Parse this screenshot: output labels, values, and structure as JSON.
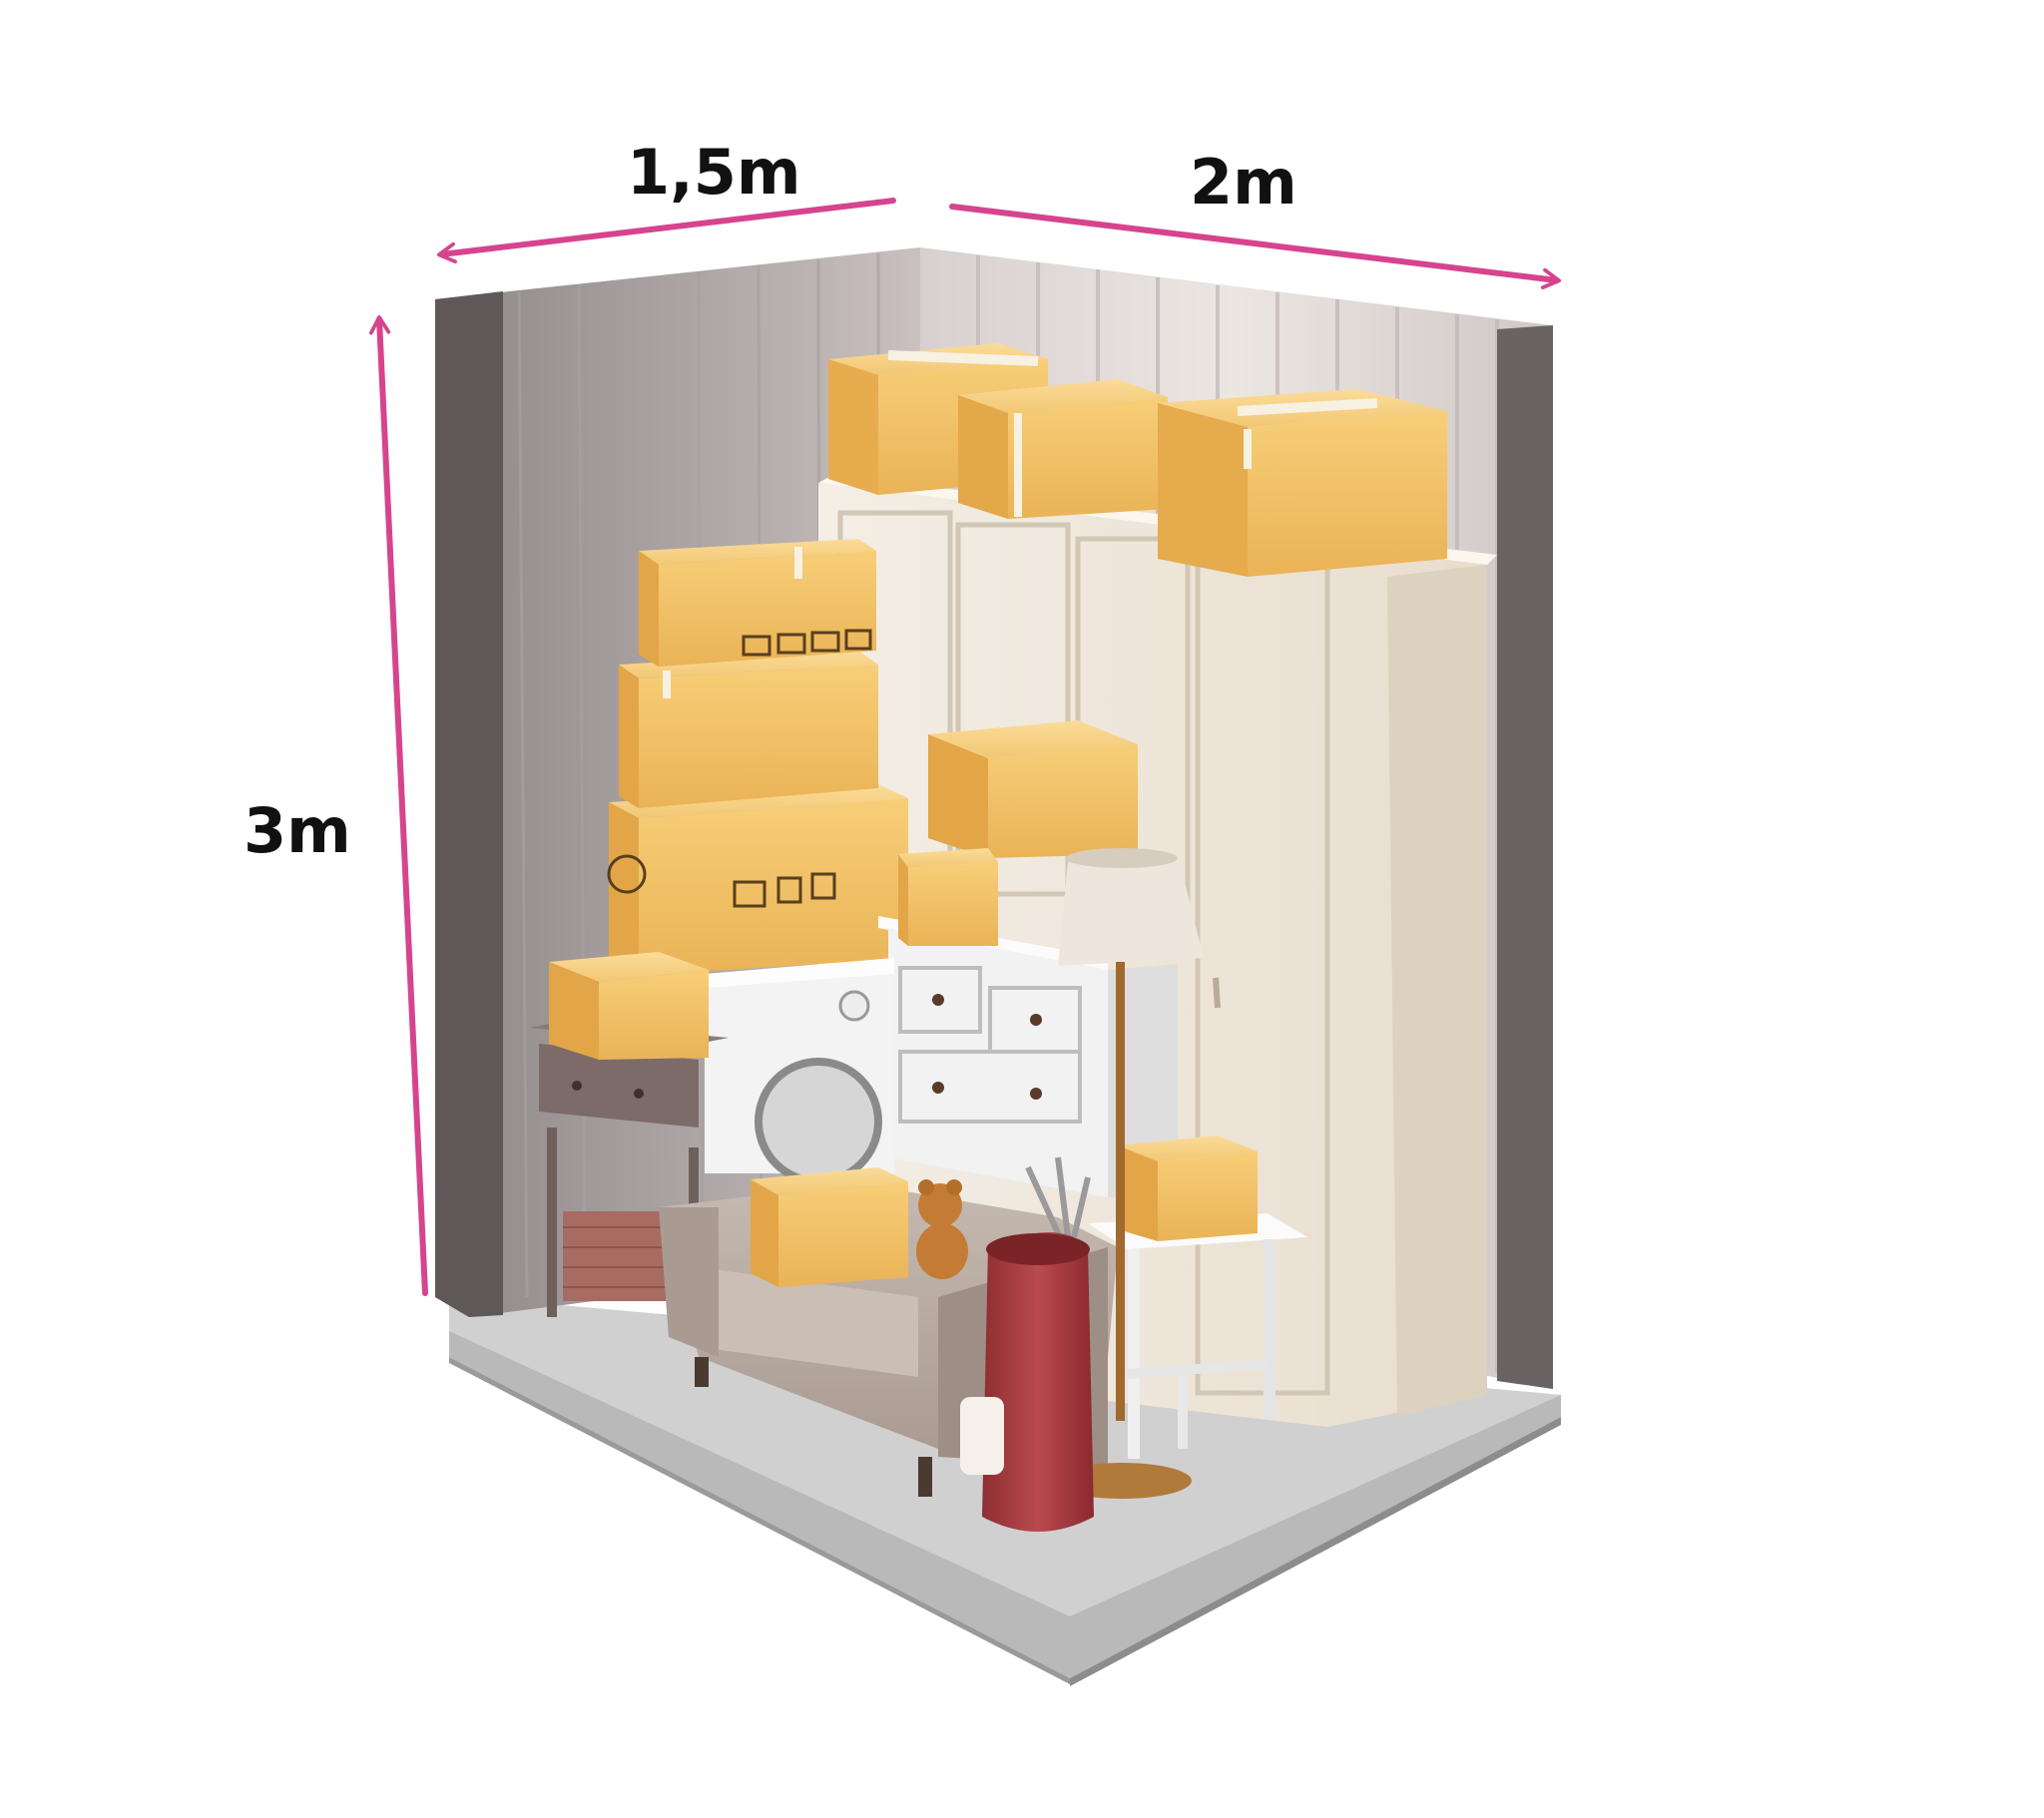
{
  "dimensions": {
    "depth": "1,5m",
    "width": "2m",
    "height": "3m"
  },
  "colors": {
    "arrow": "#d6448e",
    "wall_dark": "#6e6768",
    "wall_light": "#d9d2d0",
    "floor": "#c8c8c8",
    "box": "#f1bf5e",
    "wardrobe": "#f3ebe0",
    "armchair": "#b8aaa1",
    "golf_bag": "#a43a3f",
    "lamp_brass": "#b07a3a",
    "label_text": "#111111",
    "background": "#ffffff"
  },
  "icons": {
    "arrow": "double-headed-dimension-arrow",
    "scene": "storage-unit-illustration"
  }
}
